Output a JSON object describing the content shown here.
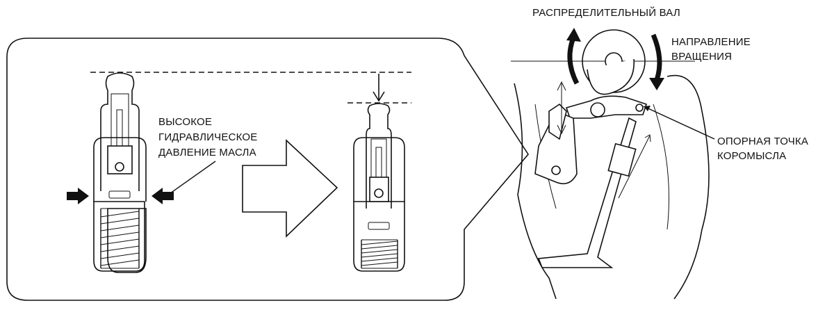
{
  "labels": {
    "camshaft": "РАСПРЕДЕЛИТЕЛЬНЫЙ ВАЛ",
    "rotation_line1": "НАПРАВЛЕНИЕ",
    "rotation_line2": "ВРАЩЕНИЯ",
    "oil_pressure_line1": "ВЫСОКОЕ",
    "oil_pressure_line2": "ГИДРАВЛИЧЕСКОЕ",
    "oil_pressure_line3": "ДАВЛЕНИЕ МАСЛА",
    "pivot_line1": "ОПОРНАЯ ТОЧКА",
    "pivot_line2": "КОРОМЫСЛА"
  },
  "colors": {
    "line": "#111111",
    "background": "#ffffff"
  }
}
